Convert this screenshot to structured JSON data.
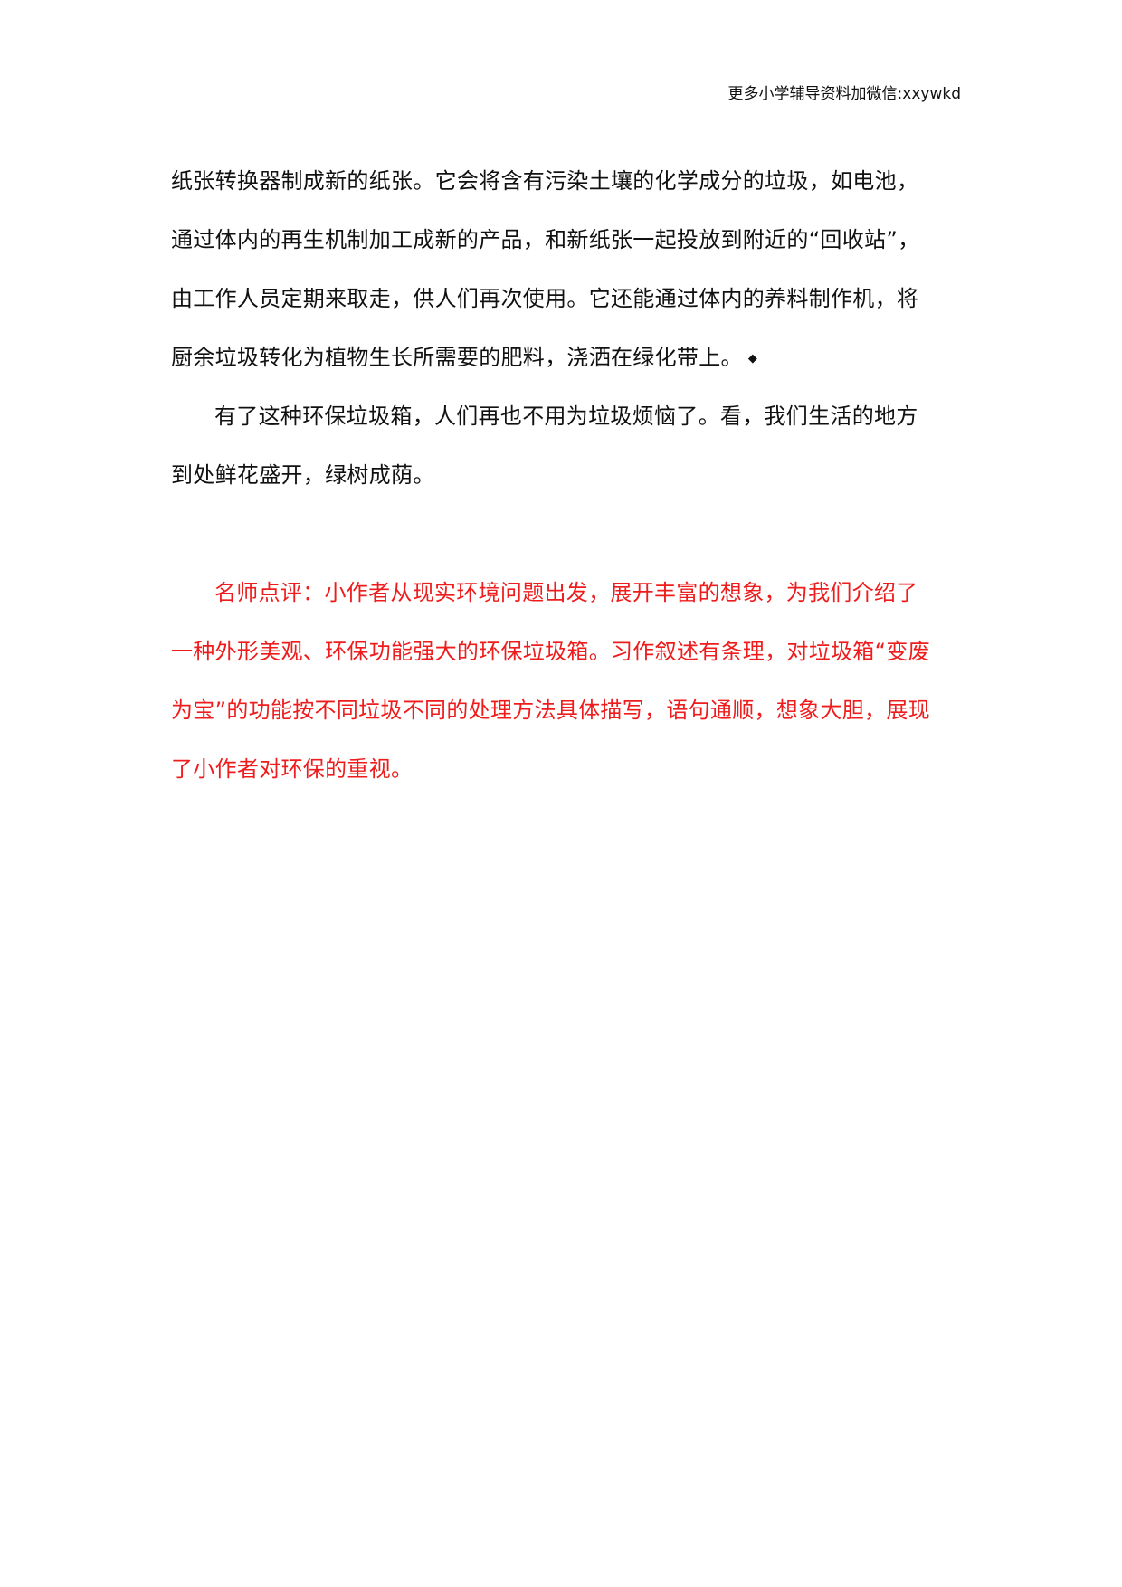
{
  "header": {
    "note": "更多小学辅导资料加微信:xxywkd"
  },
  "body": {
    "paragraph1": [
      "纸张转换器制成新的纸张。它会将含有污染土壤的化学成分的垃圾，如电池，",
      "通过体内的再生机制加工成新的产品，和新纸张一起投放到附近的“回收站”，",
      "由工作人员定期来取走，供人们再次使用。它还能通过体内的养料制作机，将",
      "厨余垃圾转化为植物生长所需要的肥料，浇洒在绿化带上。"
    ],
    "paragraph1_marker": "◆",
    "paragraph2": [
      "有了这种环保垃圾箱，人们再也不用为垃圾烦恼了。看，我们生活的地方",
      "到处鲜花盛开，绿树成荫。"
    ]
  },
  "comment": {
    "lines": [
      "名师点评：小作者从现实环境问题出发，展开丰富的想象，为我们介绍了",
      "一种外形美观、环保功能强大的环保垃圾箱。习作叙述有条理，对垃圾箱“变废",
      "为宝”的功能按不同垃圾不同的处理方法具体描写，语句通顺，想象大胆，展现",
      "了小作者对环保的重视。"
    ],
    "color": "#ee1c1c"
  }
}
